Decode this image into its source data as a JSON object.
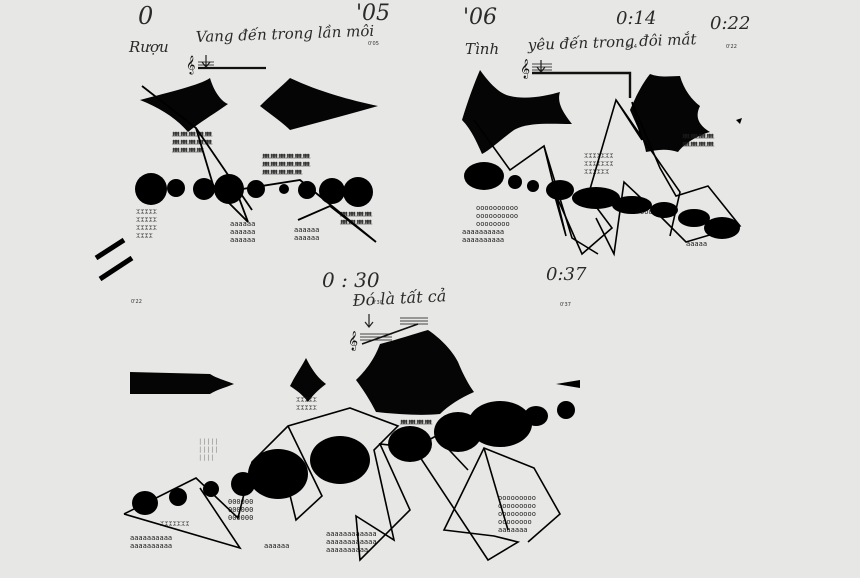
{
  "colors": {
    "paper": "#e7e7e5",
    "ink": "#0a0a0a",
    "pencil": "#2a2a2a"
  },
  "timemarks": {
    "t0": "0",
    "t05": "'05",
    "t06": "'06",
    "t014": "0:14",
    "t022": "0:22",
    "t030": "0 : 30",
    "t037": "0:37"
  },
  "small_marks": {
    "m1": "0'05",
    "m2": "0'14",
    "m3": "0'22",
    "m4": "0'22",
    "m5": "0'30",
    "m6": "0'37"
  },
  "lyrics": {
    "phrase1_word1": "Rượu",
    "phrase1_rest": "Vang đến trong lần môi",
    "phrase2_word1": "Tình",
    "phrase2_rest": "yêu đến trong đôi mắt",
    "phrase3": "Đó là tất cả"
  },
  "icons": {
    "clef": "treble-clef-icon",
    "arrow": "down-arrow-icon",
    "repeat": "double-bar-icon"
  }
}
